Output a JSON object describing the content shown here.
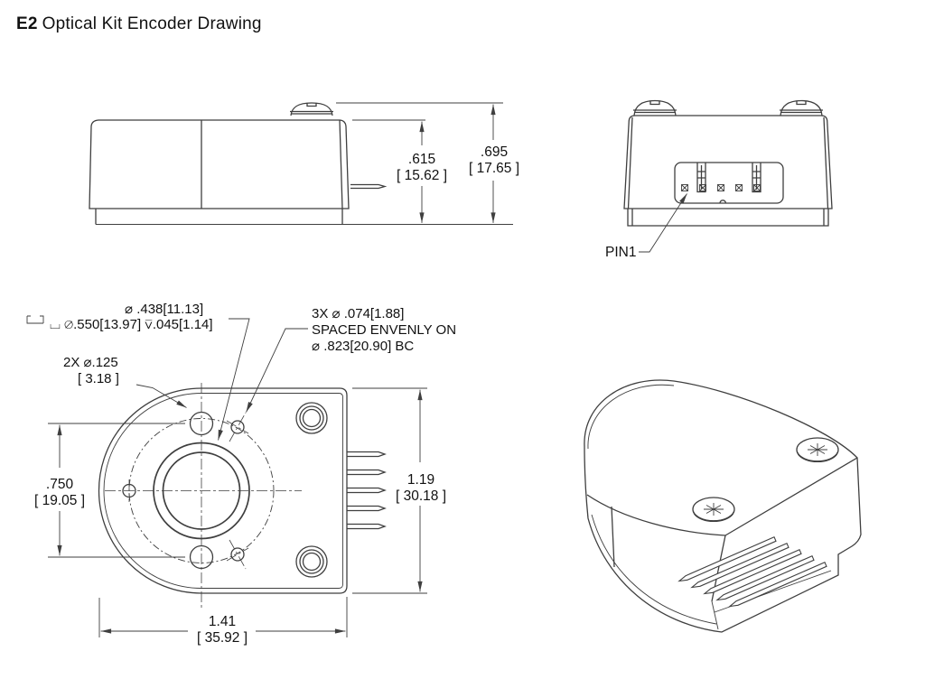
{
  "title": {
    "model": "E2",
    "rest": "Optical Kit Encoder Drawing"
  },
  "side_view": {
    "dim_body_height": {
      "in": ".615",
      "mm": "[ 15.62 ]"
    },
    "dim_total_height": {
      "in": ".695",
      "mm": "[ 17.65 ]"
    }
  },
  "front_view": {
    "pin1_label": "PIN1"
  },
  "plan_view": {
    "callout_center_bore": "⌀ .438[11.13]",
    "callout_counterbore": "⌴  ⌀.550[13.97] ⊽.045[1.14]",
    "callout_mounting_holes": {
      "line1": "2X ⌀.125",
      "line2": "[ 3.18 ]"
    },
    "callout_pattern_holes": {
      "line1": "3X ⌀ .074[1.88]",
      "line2": "SPACED ENVENLY ON",
      "line3": "⌀ .823[20.90] BC"
    },
    "dim_hole_spacing": {
      "in": ".750",
      "mm": "[ 19.05 ]"
    },
    "dim_height": {
      "in": "1.19",
      "mm": "[ 30.18 ]"
    },
    "dim_width": {
      "in": "1.41",
      "mm": "[ 35.92 ]"
    }
  },
  "colors": {
    "line": "#3f3f3f",
    "text": "#111111",
    "background": "#ffffff"
  }
}
